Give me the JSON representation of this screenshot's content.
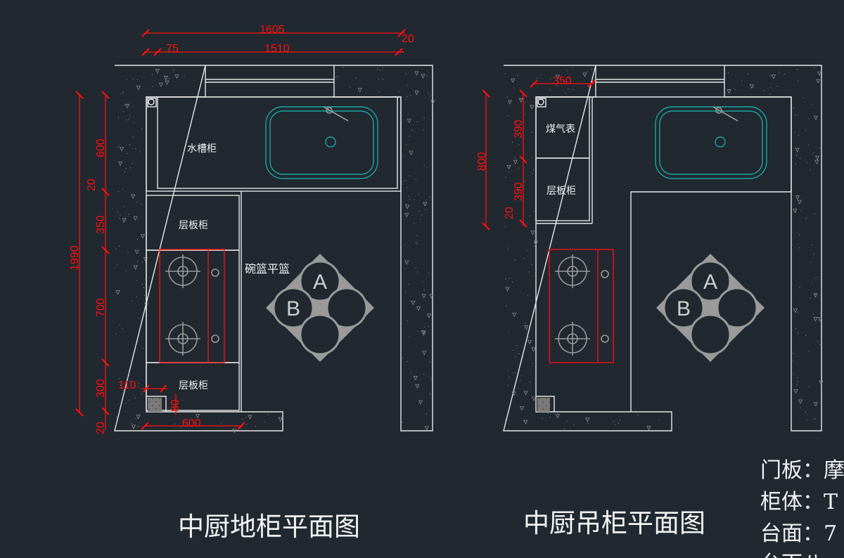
{
  "colors": {
    "background": "#212830",
    "dimension": "#ff1010",
    "lines": "#e8e8e8",
    "sink": "#1aa6a0"
  },
  "base_plan": {
    "title": "中厨地柜平面图",
    "dims": {
      "total_width": "1605",
      "right_gap": "20",
      "left_offset": "75",
      "inner_width": "1510",
      "total_depth": "1990",
      "sink_depth": "600",
      "gap1": "20",
      "shelf1": "350",
      "stove": "700",
      "shelf2": "300",
      "gap2": "20",
      "pillar_w": "110",
      "pillar_d": "80",
      "bottom_w": "600"
    },
    "labels": {
      "sink_cabinet": "水槽柜",
      "shelf_cabinet_top": "层板柜",
      "shelf_cabinet_bottom": "层板柜",
      "basket": "碗篮平篮"
    },
    "basket_marks": {
      "a": "A",
      "b": "B"
    }
  },
  "wall_plan": {
    "title": "中厨吊柜平面图",
    "dims": {
      "width": "350",
      "total": "800",
      "upper": "390",
      "lower": "390",
      "gap": "20"
    },
    "labels": {
      "gas_meter": "煤气表",
      "shelf_cabinet": "层板柜"
    },
    "basket_marks": {
      "a": "A",
      "b": "B"
    }
  },
  "notes": [
    "门板：摩",
    "柜体：T",
    "台面：7",
    "台下八"
  ]
}
